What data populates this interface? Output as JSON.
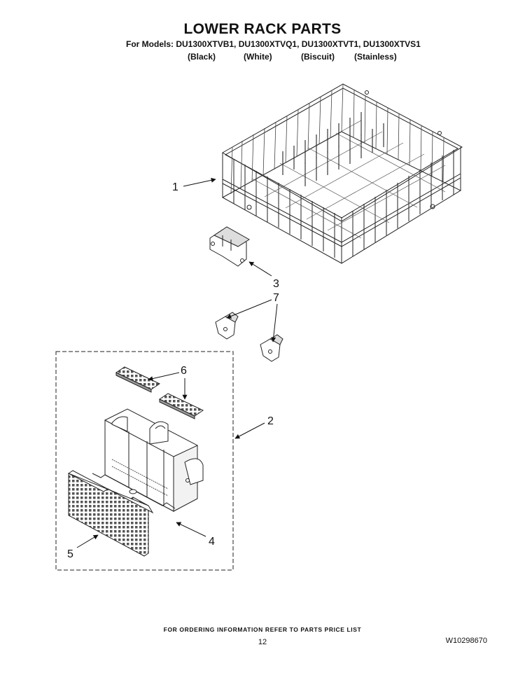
{
  "header": {
    "title": "LOWER RACK PARTS",
    "models": "For Models: DU1300XTVB1, DU1300XTVQ1, DU1300XTVT1, DU1300XTVS1",
    "colors": [
      "(Black)",
      "(White)",
      "(Biscuit)",
      "(Stainless)"
    ]
  },
  "callouts": {
    "c1": "1",
    "c2": "2",
    "c3": "3",
    "c4": "4",
    "c5": "5",
    "c6": "6",
    "c7": "7"
  },
  "footer": {
    "ordering_note": "FOR ORDERING INFORMATION REFER TO PARTS PRICE LIST",
    "page_number": "12",
    "doc_number": "W10298670"
  }
}
